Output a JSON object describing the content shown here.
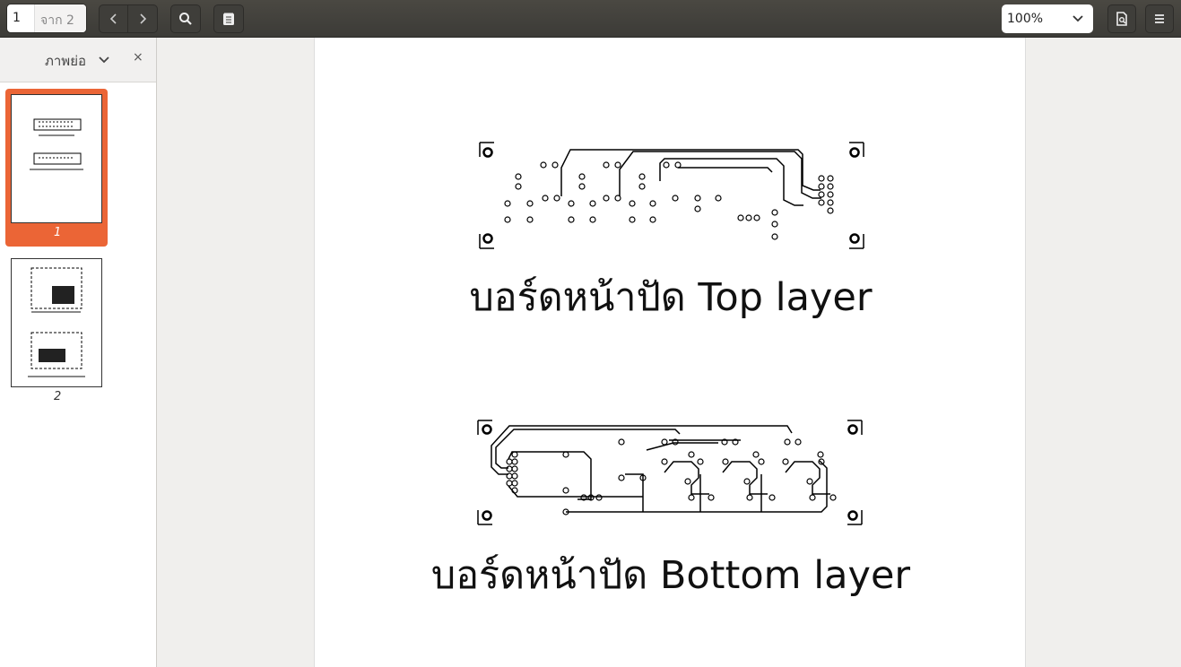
{
  "toolbar": {
    "page_current": "1",
    "page_of": "จาก 2",
    "zoom": "100%"
  },
  "sidebar": {
    "mode": "ภาพย่อ",
    "close": "×",
    "pages": [
      {
        "label": "1"
      },
      {
        "label": "2"
      }
    ]
  },
  "document": {
    "top_title": "บอร์ดหน้าปัด Top layer",
    "bottom_title": "บอร์ดหน้าปัด Bottom layer"
  },
  "colors": {
    "accent": "#e95420",
    "header": "#3c3b37"
  }
}
